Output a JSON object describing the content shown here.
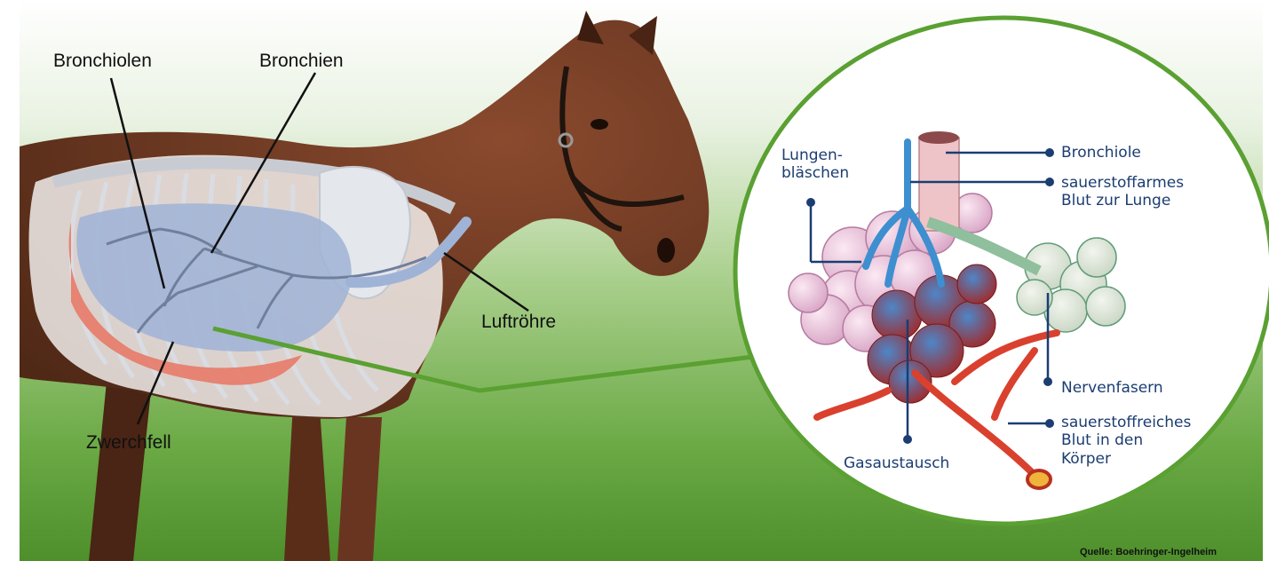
{
  "labels": {
    "bronchiolen": "Bronchiolen",
    "bronchien": "Bronchien",
    "luftroehre": "Luftröhre",
    "zwerchfell": "Zwerchfell"
  },
  "detail": {
    "lungenblaeschen_1": "Lungen-",
    "lungenblaeschen_2": "bläschen",
    "bronchiole": "Bronchiole",
    "sauerstoffarm_1": "sauerstoffarmes",
    "sauerstoffarm_2": "Blut zur Lunge",
    "nervenfasern": "Nervenfasern",
    "sauerstoffreich_1": "sauerstoffreiches",
    "sauerstoffreich_2": "Blut in den",
    "sauerstoffreich_3": "Körper",
    "gasaustausch": "Gasaustausch"
  },
  "source": "Quelle: Boehringer-Ingelheim",
  "colors": {
    "background_green": "#5f9e3a",
    "horse_brown": "#6e3a25",
    "lung_blue": "#9fb3d6",
    "diaphragm_red": "#e77a68",
    "label_navy": "#1b3d72",
    "connector_green": "#5aa032"
  }
}
